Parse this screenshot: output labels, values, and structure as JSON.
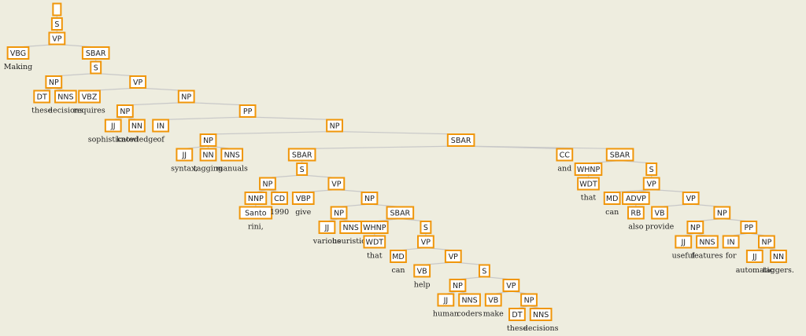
{
  "tree": {
    "label": "",
    "children": [
      {
        "label": "S",
        "children": [
          {
            "label": "VP",
            "children": [
              {
                "label": "VBG",
                "word": "Making"
              },
              {
                "label": "SBAR",
                "children": [
                  {
                    "label": "S",
                    "children": [
                      {
                        "label": "NP",
                        "children": [
                          {
                            "label": "DT",
                            "word": "these"
                          },
                          {
                            "label": "NNS",
                            "word": "decisions"
                          }
                        ]
                      },
                      {
                        "label": "VP",
                        "children": [
                          {
                            "label": "VBZ",
                            "word": "requires"
                          },
                          {
                            "label": "NP",
                            "children": [
                              {
                                "label": "NP",
                                "children": [
                                  {
                                    "label": "JJ",
                                    "word": "sophisticated"
                                  },
                                  {
                                    "label": "NN",
                                    "word": "knowledge"
                                  }
                                ]
                              },
                              {
                                "label": "PP",
                                "children": [
                                  {
                                    "label": "IN",
                                    "word": "of"
                                  },
                                  {
                                    "label": "NP",
                                    "children": [
                                      {
                                        "label": "NP",
                                        "children": [
                                          {
                                            "label": "JJ",
                                            "word": "syntax;"
                                          },
                                          {
                                            "label": "NN",
                                            "word": "tagging"
                                          },
                                          {
                                            "label": "NNS",
                                            "word": "manuals"
                                          }
                                        ]
                                      },
                                      {
                                        "label": "SBAR",
                                        "children": [
                                          {
                                            "label": "SBAR",
                                            "children": [
                                              {
                                                "label": "S",
                                                "children": [
                                                  {
                                                    "label": "NP",
                                                    "children": [
                                                      {
                                                        "label": "NNP",
                                                        "children": [
                                                          {
                                                            "label": "Santo",
                                                            "word": "rini,"
                                                          }
                                                        ]
                                                      },
                                                      {
                                                        "label": "CD",
                                                        "word": "1990"
                                                      }
                                                    ]
                                                  },
                                                  {
                                                    "label": "VP",
                                                    "children": [
                                                      {
                                                        "label": "VBP",
                                                        "word": "give"
                                                      },
                                                      {
                                                        "label": "NP",
                                                        "children": [
                                                          {
                                                            "label": "NP",
                                                            "children": [
                                                              {
                                                                "label": "JJ",
                                                                "word": "various"
                                                              },
                                                              {
                                                                "label": "NNS",
                                                                "word": "heuristics"
                                                              }
                                                            ]
                                                          },
                                                          {
                                                            "label": "SBAR",
                                                            "children": [
                                                              {
                                                                "label": "WHNP",
                                                                "children": [
                                                                  {
                                                                    "label": "WDT",
                                                                    "word": "that"
                                                                  }
                                                                ]
                                                              },
                                                              {
                                                                "label": "S",
                                                                "children": [
                                                                  {
                                                                    "label": "VP",
                                                                    "children": [
                                                                      {
                                                                        "label": "MD",
                                                                        "word": "can"
                                                                      },
                                                                      {
                                                                        "label": "VP",
                                                                        "children": [
                                                                          {
                                                                            "label": "VB",
                                                                            "word": "help"
                                                                          },
                                                                          {
                                                                            "label": "S",
                                                                            "children": [
                                                                              {
                                                                                "label": "NP",
                                                                                "children": [
                                                                                  {
                                                                                    "label": "JJ",
                                                                                    "word": "human"
                                                                                  },
                                                                                  {
                                                                                    "label": "NNS",
                                                                                    "word": "coders"
                                                                                  }
                                                                                ]
                                                                              },
                                                                              {
                                                                                "label": "VP",
                                                                                "children": [
                                                                                  {
                                                                                    "label": "VB",
                                                                                    "word": "make"
                                                                                  },
                                                                                  {
                                                                                    "label": "NP",
                                                                                    "children": [
                                                                                      {
                                                                                        "label": "DT",
                                                                                        "word": "these"
                                                                                      },
                                                                                      {
                                                                                        "label": "NNS",
                                                                                        "word": "decisions"
                                                                                      }
                                                                                    ]
                                                                                  }
                                                                                ]
                                                                              }
                                                                            ]
                                                                          }
                                                                        ]
                                                                      }
                                                                    ]
                                                                  }
                                                                ]
                                                              }
                                                            ]
                                                          }
                                                        ]
                                                      }
                                                    ]
                                                  }
                                                ]
                                              }
                                            ]
                                          },
                                          {
                                            "label": "CC",
                                            "word": "and"
                                          },
                                          {
                                            "label": "SBAR",
                                            "children": [
                                              {
                                                "label": "WHNP",
                                                "children": [
                                                  {
                                                    "label": "WDT",
                                                    "word": "that"
                                                  }
                                                ]
                                              },
                                              {
                                                "label": "S",
                                                "children": [
                                                  {
                                                    "label": "VP",
                                                    "children": [
                                                      {
                                                        "label": "MD",
                                                        "word": "can"
                                                      },
                                                      {
                                                        "label": "ADVP",
                                                        "children": [
                                                          {
                                                            "label": "RB",
                                                            "word": "also"
                                                          }
                                                        ]
                                                      },
                                                      {
                                                        "label": "VP",
                                                        "children": [
                                                          {
                                                            "label": "VB",
                                                            "word": "provide"
                                                          },
                                                          {
                                                            "label": "NP",
                                                            "children": [
                                                              {
                                                                "label": "NP",
                                                                "children": [
                                                                  {
                                                                    "label": "JJ",
                                                                    "word": "useful"
                                                                  },
                                                                  {
                                                                    "label": "NNS",
                                                                    "word": "features"
                                                                  }
                                                                ]
                                                              },
                                                              {
                                                                "label": "PP",
                                                                "children": [
                                                                  {
                                                                    "label": "IN",
                                                                    "word": "for"
                                                                  },
                                                                  {
                                                                    "label": "NP",
                                                                    "children": [
                                                                      {
                                                                        "label": "JJ",
                                                                        "word": "automatic"
                                                                      },
                                                                      {
                                                                        "label": "NN",
                                                                        "word": "taggers."
                                                                      }
                                                                    ]
                                                                  }
                                                                ]
                                                              }
                                                            ]
                                                          }
                                                        ]
                                                      }
                                                    ]
                                                  }
                                                ]
                                              }
                                            ]
                                          }
                                        ]
                                      }
                                    ]
                                  }
                                ]
                              }
                            ]
                          }
                        ]
                      }
                    ]
                  }
                ]
              }
            ]
          }
        ]
      }
    ]
  },
  "colors": {
    "background": "#eeeddf",
    "node_border": "#f0960a",
    "edge": "#c8c8c8"
  }
}
